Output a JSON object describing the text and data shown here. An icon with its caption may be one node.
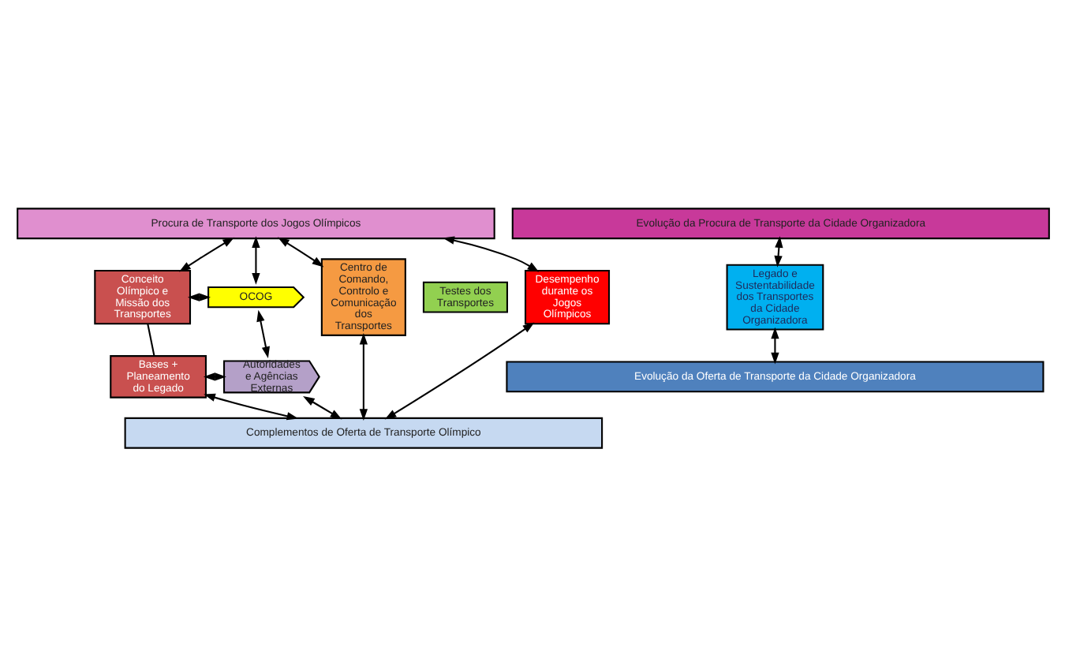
{
  "diagram": {
    "nodes": [
      {
        "text": [
          "Evolução da Procura de Transporte da Cidade Organizadora"
        ]
      },
      {
        "text": [
          "Procura de Transporte dos Jogos Olímpicos"
        ]
      },
      {
        "text": [
          "Conceito Olímpico e Missão dos Transportes"
        ]
      },
      {
        "text": [
          "OCOG"
        ]
      },
      {
        "text": [
          "Centro de Comando, Controlo e Comunicação dos Transportes"
        ]
      },
      {
        "text": [
          "Testes dos Transportes"
        ]
      },
      {
        "text": [
          "Desempenho durante os Jogos Olímpicos"
        ]
      },
      {
        "text": [
          "Legado e Sustentabilidade dos Transportes da Cidade Organizadora"
        ]
      },
      {
        "text": [
          "Bases + Planeamento do Legado"
        ]
      },
      {
        "text": [
          "Autoridades e Agências Externas"
        ]
      },
      {
        "text": [
          "Complementos de Oferta de Transporte Olímpico"
        ]
      },
      {
        "text": [
          "Evolução da Oferta de Transporte da Cidade Organizadora"
        ]
      }
    ],
    "edges": [
      {
        "from": 1,
        "to": 2,
        "arrow": "both"
      },
      {
        "from": 1,
        "to": 3,
        "arrow": "both"
      },
      {
        "from": 1,
        "to": 4,
        "arrow": "both"
      },
      {
        "from": 1,
        "to": 6,
        "arrow": "both"
      },
      {
        "from": 0,
        "to": 7,
        "arrow": "both"
      },
      {
        "from": 2,
        "to": 3,
        "arrow": "both"
      },
      {
        "from": 3,
        "to": 9,
        "arrow": "both"
      },
      {
        "from": 2,
        "to": 8,
        "arrow": "none"
      },
      {
        "from": 8,
        "to": 9,
        "arrow": "both"
      },
      {
        "from": 8,
        "to": 10,
        "arrow": "both"
      },
      {
        "from": 9,
        "to": 10,
        "arrow": "both"
      },
      {
        "from": 4,
        "to": 10,
        "arrow": "both"
      },
      {
        "from": 6,
        "to": 10,
        "arrow": "both"
      },
      {
        "from": 7,
        "to": 11,
        "arrow": "both"
      }
    ]
  }
}
